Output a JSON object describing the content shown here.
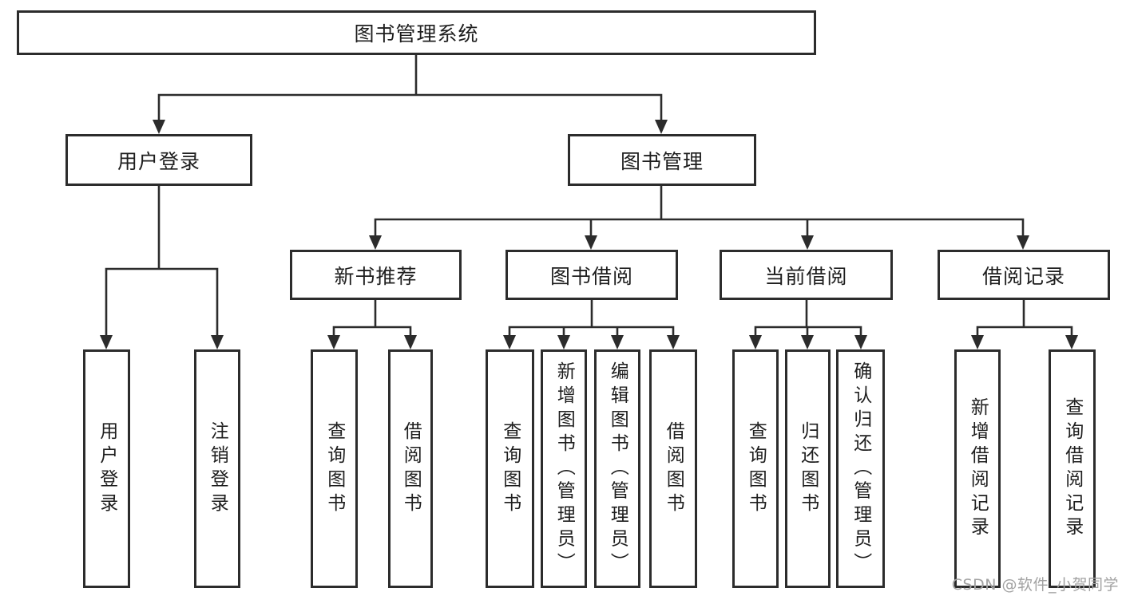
{
  "tree": {
    "label": "图书管理系统",
    "children": [
      {
        "label": "用户登录",
        "children": [
          {
            "label": "用户登录"
          },
          {
            "label": "注销登录"
          }
        ]
      },
      {
        "label": "图书管理",
        "children": [
          {
            "label": "新书推荐",
            "children": [
              {
                "label": "查询图书"
              },
              {
                "label": "借阅图书"
              }
            ]
          },
          {
            "label": "图书借阅",
            "children": [
              {
                "label": "查询图书"
              },
              {
                "label": "新增图书（管理员）"
              },
              {
                "label": "编辑图书（管理员）"
              },
              {
                "label": "借阅图书"
              }
            ]
          },
          {
            "label": "当前借阅",
            "children": [
              {
                "label": "查询图书"
              },
              {
                "label": "归还图书"
              },
              {
                "label": "确认归还（管理员）"
              }
            ]
          },
          {
            "label": "借阅记录",
            "children": [
              {
                "label": "新增借阅记录"
              },
              {
                "label": "查询借阅记录"
              }
            ]
          }
        ]
      }
    ]
  },
  "watermark": {
    "text": "CSDN @软件_小贺同学"
  },
  "colors": {
    "line": "#2c2c2c",
    "text": "#1e1e1e",
    "background": "#ffffff",
    "watermark": "#a2a2a2"
  }
}
